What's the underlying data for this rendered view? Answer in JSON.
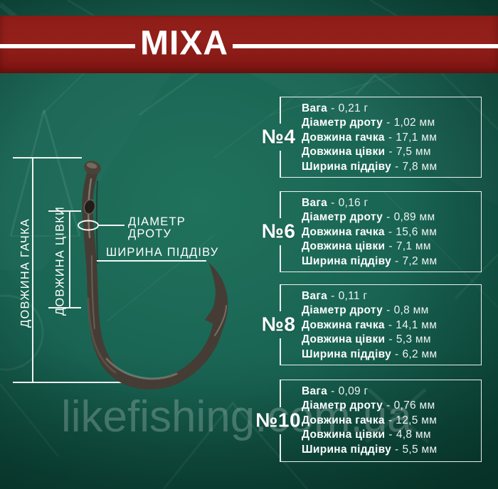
{
  "banner": {
    "title": "MIXA",
    "bg_color": "#8e1c17",
    "line_color": "#ffffff"
  },
  "diagram": {
    "hook_length_label": "ДОВЖИНА ГАЧКА",
    "shank_length_label": "ДОВЖИНА ЦІВКИ",
    "wire_diameter_label_line1": "ДІАМЕТР",
    "wire_diameter_label_line2": "ДРОТУ",
    "gape_width_label": "ШИРИНА ПІДДІВУ"
  },
  "ui": {
    "separator": "-"
  },
  "sizes": [
    {
      "size_label": "№4",
      "specs": [
        {
          "label": "Вага",
          "value": "0,21 г"
        },
        {
          "label": "Діаметр дроту",
          "value": "1,02 мм"
        },
        {
          "label": "Довжина гачка",
          "value": "17,1 мм"
        },
        {
          "label": "Довжина цівки",
          "value": "7,5 мм"
        },
        {
          "label": "Ширина піддіву",
          "value": "7,8 мм"
        }
      ]
    },
    {
      "size_label": "№6",
      "specs": [
        {
          "label": "Вага",
          "value": "0,16 г"
        },
        {
          "label": "Діаметр дроту",
          "value": "0,89 мм"
        },
        {
          "label": "Довжина гачка",
          "value": "15,6 мм"
        },
        {
          "label": "Довжина цівки",
          "value": "7,1 мм"
        },
        {
          "label": "Ширина піддіву",
          "value": "7,2 мм"
        }
      ]
    },
    {
      "size_label": "№8",
      "specs": [
        {
          "label": "Вага",
          "value": "0,11 г"
        },
        {
          "label": "Діаметр дроту",
          "value": "0,8 мм"
        },
        {
          "label": "Довжина гачка",
          "value": "14,1 мм"
        },
        {
          "label": "Довжина цівки",
          "value": "5,3 мм"
        },
        {
          "label": "Ширина піддіву",
          "value": "6,2 мм"
        }
      ]
    },
    {
      "size_label": "№10",
      "specs": [
        {
          "label": "Вага",
          "value": "0,09 г"
        },
        {
          "label": "Діаметр дроту",
          "value": "0,76 мм"
        },
        {
          "label": "Довжина гачка",
          "value": "12,5 мм"
        },
        {
          "label": "Довжина цівки",
          "value": "4,8 мм"
        },
        {
          "label": "Ширина піддіву",
          "value": "5,5 мм"
        }
      ]
    }
  ],
  "watermark": "likefishing.com.ua",
  "colors": {
    "background_teal": "#186254",
    "accent_red": "#8e1c17",
    "text": "#ffffff",
    "hook_metal": "#453d35"
  }
}
